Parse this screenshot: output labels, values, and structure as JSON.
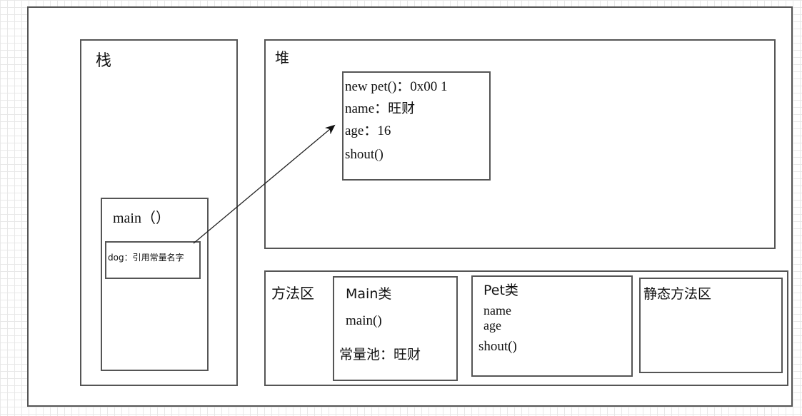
{
  "stack": {
    "title": "栈",
    "frame": {
      "title": "main（）",
      "variable": "dog：引用常量名字"
    }
  },
  "heap": {
    "title": "堆",
    "object": {
      "line1": "new pet()：0x00 1",
      "line2": "name：旺财",
      "line3": "age：16",
      "line4": "shout()"
    }
  },
  "method_area": {
    "title": "方法区",
    "main_class": {
      "title": "Main类",
      "method": "main()",
      "constant_pool": "常量池：旺财"
    },
    "pet_class": {
      "title": "Pet类",
      "field1": "name",
      "field2": "age",
      "method": "shout()"
    },
    "static_area": {
      "title": "静态方法区"
    }
  }
}
